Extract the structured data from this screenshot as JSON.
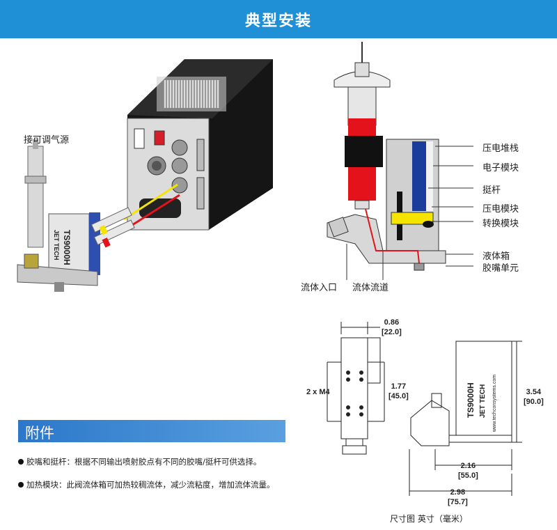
{
  "header": {
    "title": "典型安装"
  },
  "install": {
    "air_source_label": "接可调气源"
  },
  "product": {
    "model": "TS9000H",
    "brand": "JET TECH",
    "url": "www.techconsystems.com"
  },
  "cross_section": {
    "callouts": [
      "压电堆栈",
      "电子模块",
      "挺杆",
      "压电模块",
      "转换模块",
      "液体箱",
      "胶嘴单元"
    ],
    "bottom_left": "流体入口",
    "bottom_right": "流体流道"
  },
  "dimensions": {
    "top_width": [
      "0.86",
      "[22.0]"
    ],
    "holes": "2 x M4",
    "hole_spacing": [
      "1.77",
      "[45.0]"
    ],
    "height": [
      "3.54",
      "[90.0]"
    ],
    "inner_width": [
      "2.16",
      "[55.0]"
    ],
    "total_width": [
      "2.98",
      "[75.7]"
    ],
    "caption": "尺寸图 英寸（毫米）"
  },
  "accessories": {
    "title": "附件",
    "items": [
      "胶嘴和挺杆：根据不同输出喷射胶点有不同的胶嘴/挺杆可供选择。",
      "加热模块：此阀流体箱可加热较稠流体，减少流粘度，增加流体流量。"
    ]
  },
  "colors": {
    "banner": "#1f8fd6",
    "fluid": "#e3121b",
    "transducer": "#1a3d9c",
    "yellow": "#f5e400"
  }
}
